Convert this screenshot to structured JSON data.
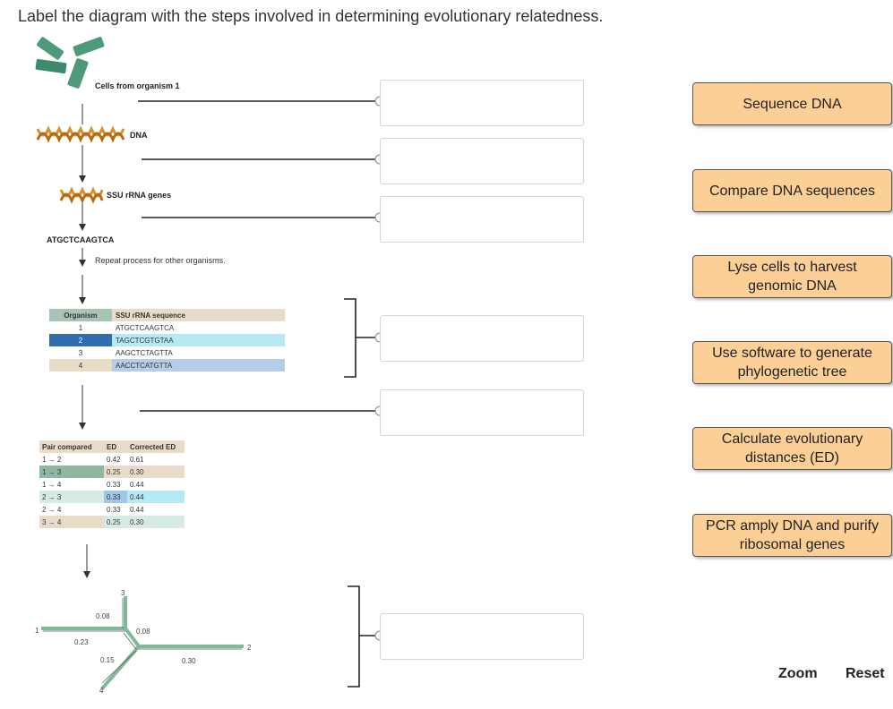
{
  "instruction": "Label the diagram with the steps involved in determining evolutionary relatedness.",
  "diagram": {
    "cells_label": "Cells from organism 1",
    "dna_label": "DNA",
    "ssu_label": "SSU rRNA genes",
    "sequence_text": "ATGCTCAAGTCA",
    "repeat_text": "Repeat process for other organisms.",
    "seq_table": {
      "headers": [
        "Organism",
        "SSU rRNA sequence"
      ],
      "rows": [
        {
          "org": "1",
          "seq": "ATGCTCAAGTCA"
        },
        {
          "org": "2",
          "seq": "TAGCTCGTGTAA"
        },
        {
          "org": "3",
          "seq": "AAGCTCTAGTTA"
        },
        {
          "org": "4",
          "seq": "AACCTCATGTTA"
        }
      ]
    },
    "dist_table": {
      "headers": [
        "Pair compared",
        "ED",
        "Corrected ED"
      ],
      "rows": [
        {
          "pair": "1 → 2",
          "ed": "0.42",
          "corr": "0.61"
        },
        {
          "pair": "1 → 3",
          "ed": "0.25",
          "corr": "0.30"
        },
        {
          "pair": "1 → 4",
          "ed": "0.33",
          "corr": "0.44"
        },
        {
          "pair": "2 → 3",
          "ed": "0.33",
          "corr": "0.44"
        },
        {
          "pair": "2 → 4",
          "ed": "0.33",
          "corr": "0.44"
        },
        {
          "pair": "3 → 4",
          "ed": "0.25",
          "corr": "0.30"
        }
      ]
    },
    "tree": {
      "leaf_1": "1",
      "leaf_2": "2",
      "leaf_3": "3",
      "leaf_4": "4",
      "len_a": "0.08",
      "len_b": "0.08",
      "len_c": "0.23",
      "len_d": "0.15",
      "len_e": "0.30"
    }
  },
  "drop_zones": [
    "",
    "",
    "",
    "",
    "",
    ""
  ],
  "answer_cards": [
    "Sequence DNA",
    "Compare DNA sequences",
    "Lyse cells to harvest genomic DNA",
    "Use software to generate phylogenetic tree",
    "Calculate evolutionary distances (ED)",
    "PCR amply DNA and purify ribosomal genes"
  ],
  "controls": {
    "zoom": "Zoom",
    "reset": "Reset"
  }
}
